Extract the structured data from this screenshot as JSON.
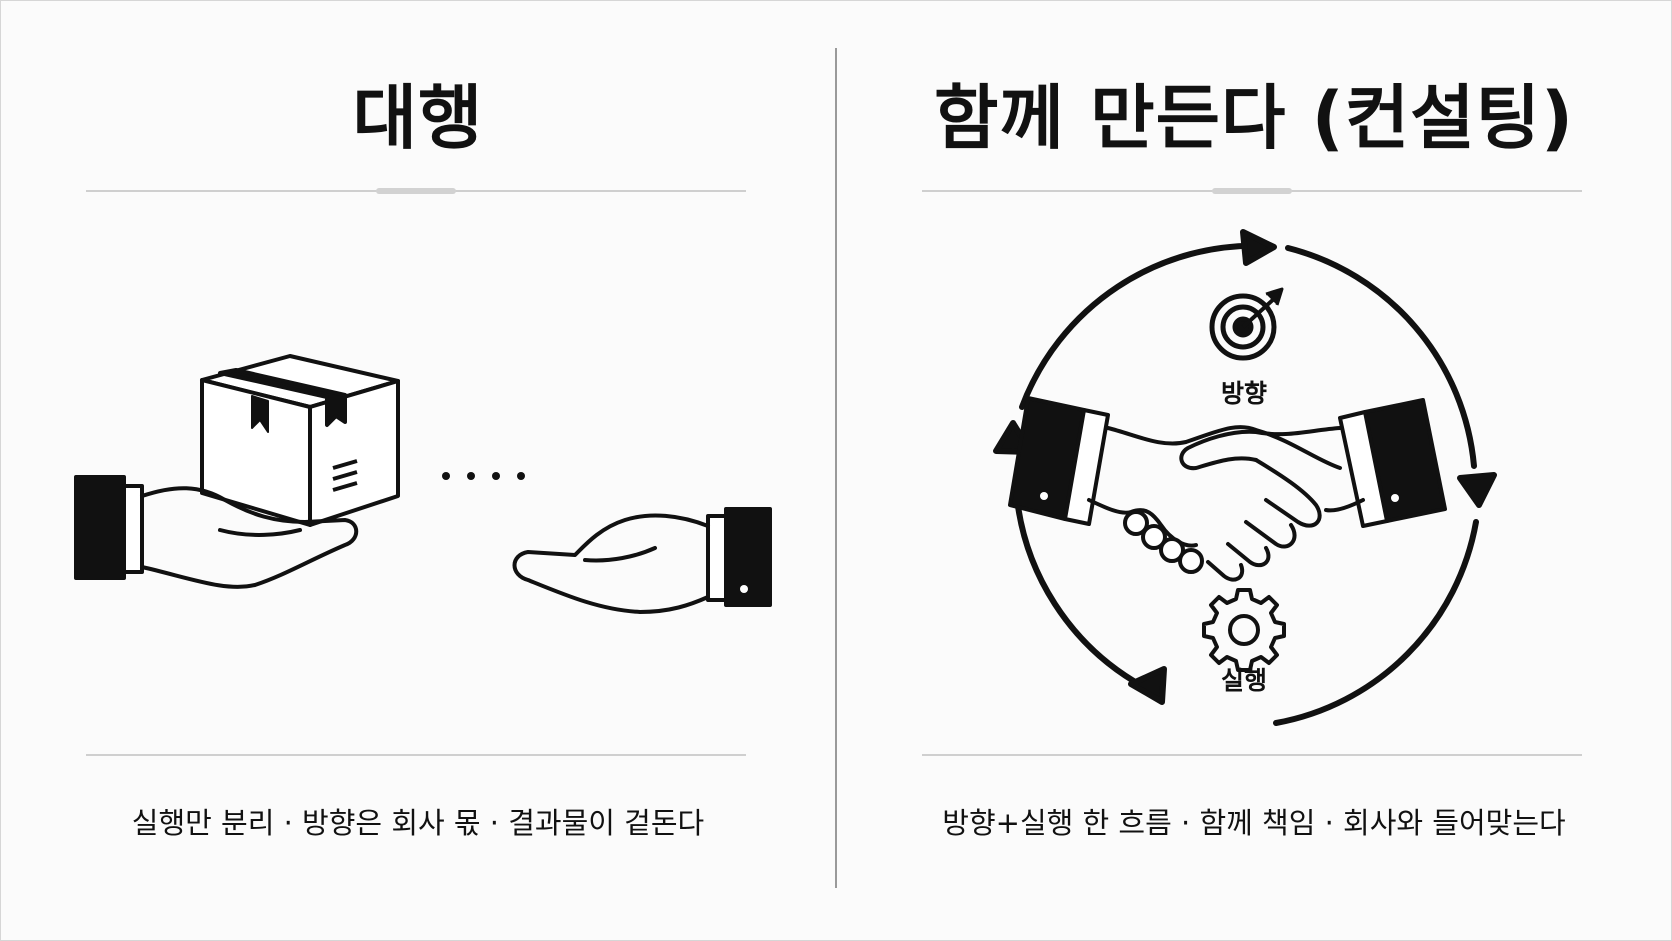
{
  "left": {
    "title": "대행",
    "caption": "실행만 분리 · 방향은 회사 몫 · 결과물이 겉돈다"
  },
  "right": {
    "title": "함께 만든다 (컨설팅)",
    "caption": "방향+실행 한 흐름 · 함께 책임 · 회사와 들어맞는다",
    "label_direction": "방향",
    "label_execution": "실행"
  },
  "icons": {
    "left_illustration": [
      "box-icon",
      "giving-hand-icon",
      "receiving-hand-icon",
      "dotted-gap-icon"
    ],
    "right_illustration": [
      "cycle-arrows-icon",
      "target-icon",
      "handshake-icon",
      "gear-icon"
    ]
  },
  "colors": {
    "ink": "#111111",
    "rule": "#cfcfcf",
    "background": "#fbfbfb"
  }
}
